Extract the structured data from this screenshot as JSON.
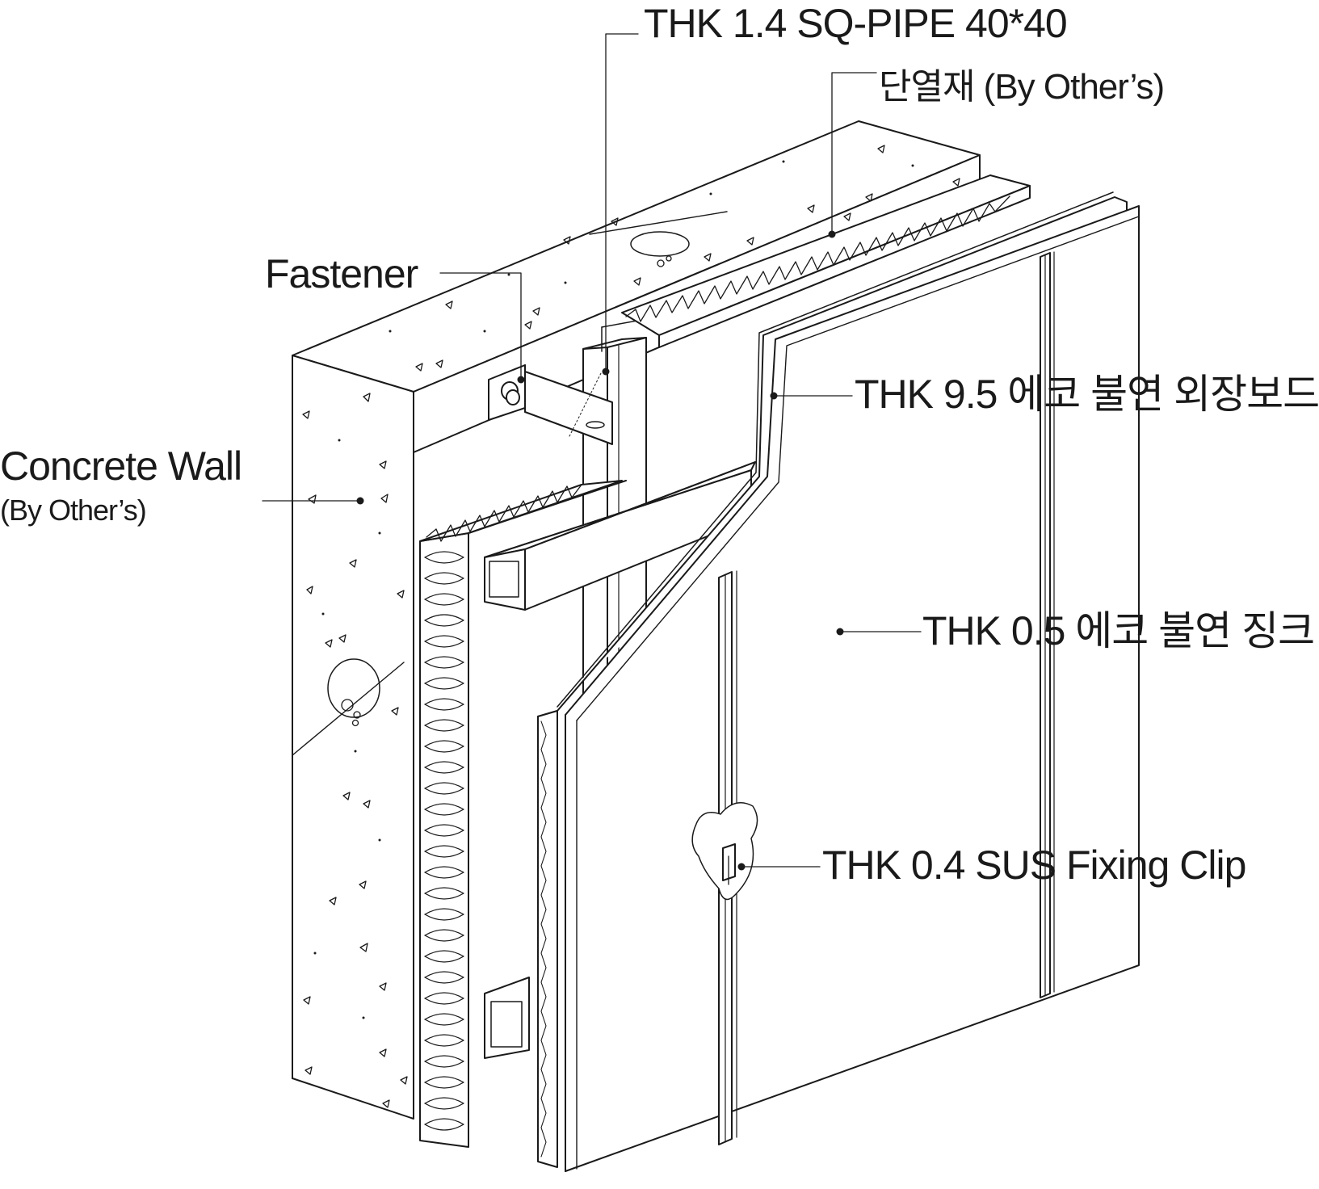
{
  "labels": {
    "sq_pipe": "THK 1.4 SQ-PIPE 40*40",
    "insulation": "단열재 (By Other’s)",
    "fastener": "Fastener",
    "concrete_wall": "Concrete Wall",
    "concrete_wall_sub": "(By Other’s)",
    "board": "THK 9.5 에코 불연 외장보드",
    "zinc": "THK 0.5 에코 불연 징크",
    "clip": "THK 0.4 SUS Fixing Clip"
  },
  "colors": {
    "ink": "#1a1a1a",
    "paper": "#ffffff"
  }
}
